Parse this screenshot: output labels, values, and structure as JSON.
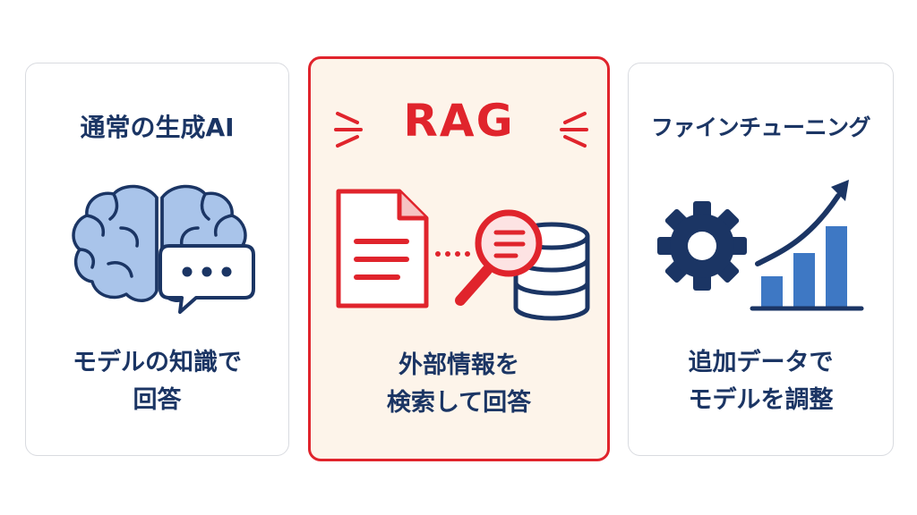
{
  "cards": [
    {
      "id": "normal-ai",
      "title": "通常の生成AI",
      "caption_line1": "モデルの知識で",
      "caption_line2": "回答",
      "icons": [
        "brain-icon",
        "speech-bubble-icon"
      ]
    },
    {
      "id": "rag",
      "title": "RAG",
      "caption_line1": "外部情報を",
      "caption_line2": "検索して回答",
      "highlighted": true,
      "icons": [
        "document-icon",
        "magnifier-icon",
        "database-icon",
        "sparkle-icon"
      ]
    },
    {
      "id": "fine-tuning",
      "title": "ファインチューニング",
      "caption_line1": "追加データで",
      "caption_line2": "モデルを調整",
      "icons": [
        "gear-icon",
        "bar-chart-icon",
        "trend-arrow-icon"
      ]
    }
  ],
  "colors": {
    "navy": "#1b3564",
    "red": "#e0242c",
    "brain_fill": "#a9c4ea",
    "highlight_bg": "#fdf4ea",
    "bar_blue": "#3e78c4"
  }
}
